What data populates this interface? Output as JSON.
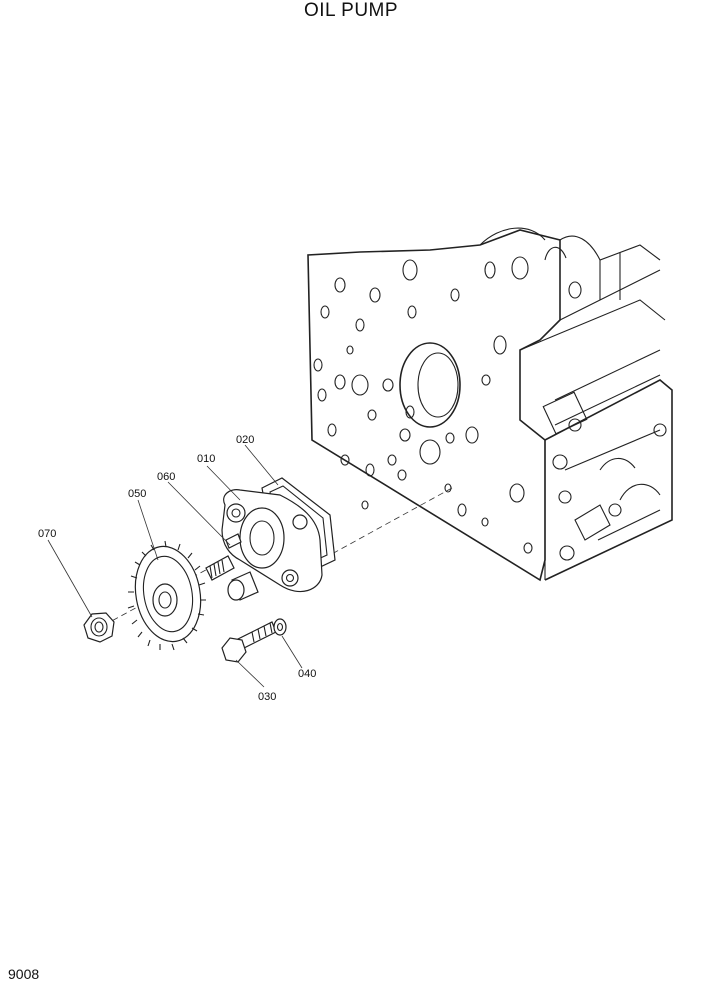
{
  "title": "OIL PUMP",
  "page_number": "9008",
  "callouts": {
    "c010": "010",
    "c020": "020",
    "c030": "030",
    "c040": "040",
    "c050": "050",
    "c060": "060",
    "c070": "070"
  }
}
